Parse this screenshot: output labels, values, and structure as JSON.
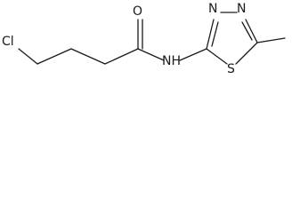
{
  "molecule": {
    "atoms": {
      "cl": "Cl",
      "o": "O",
      "nh": "NH",
      "n_top_left": "N",
      "n_top_right": "N",
      "s": "S"
    }
  }
}
